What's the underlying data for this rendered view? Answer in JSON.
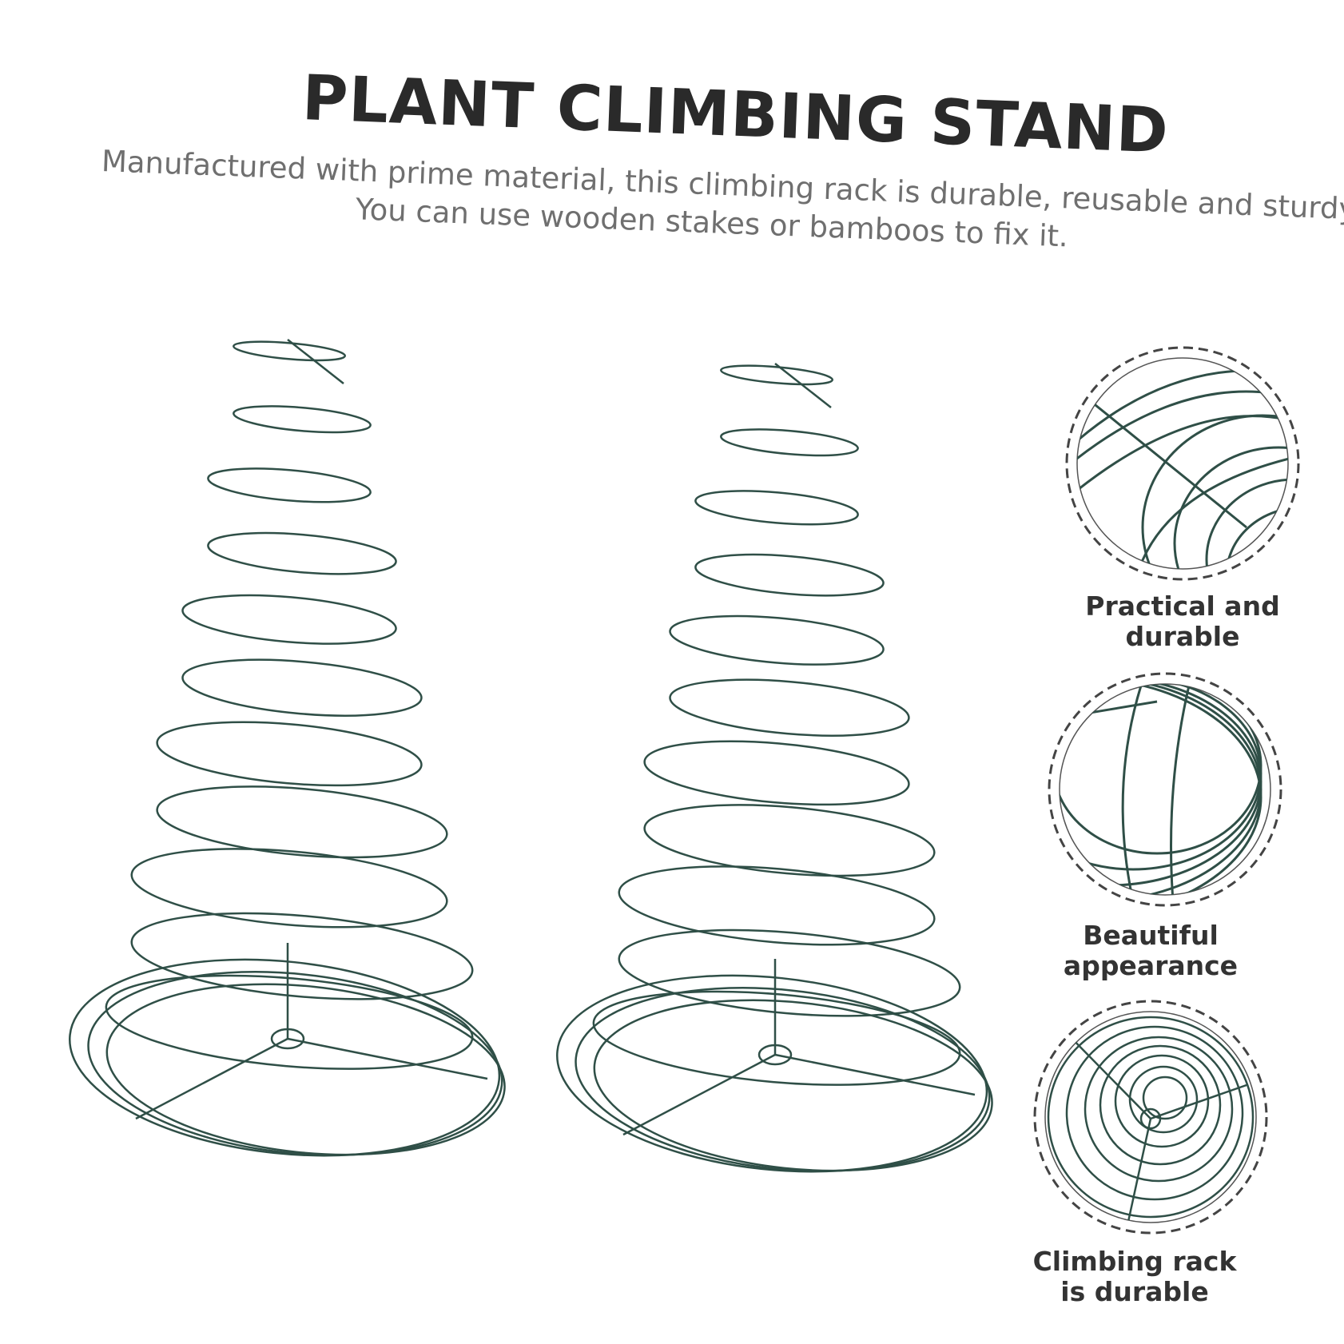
{
  "header": {
    "title": "PLANT CLIMBING STAND",
    "subtitle_line1": "Manufactured with prime material, this climbing rack is durable, reusable and sturdy.",
    "subtitle_line2": "You can use wooden stakes or bamboos to fix it."
  },
  "features": [
    {
      "label": "Practical and\ndurable",
      "icon": "wire-closeup-icon"
    },
    {
      "label": "Beautiful\nappearance",
      "icon": "wire-closeup-icon"
    },
    {
      "label": "Climbing rack\nis durable",
      "icon": "wire-closeup-icon"
    }
  ],
  "colors": {
    "wire": "#2f4f47",
    "title": "#2a2a2a",
    "subtitle": "#6f6f6f",
    "dashed_circle": "#444444"
  }
}
